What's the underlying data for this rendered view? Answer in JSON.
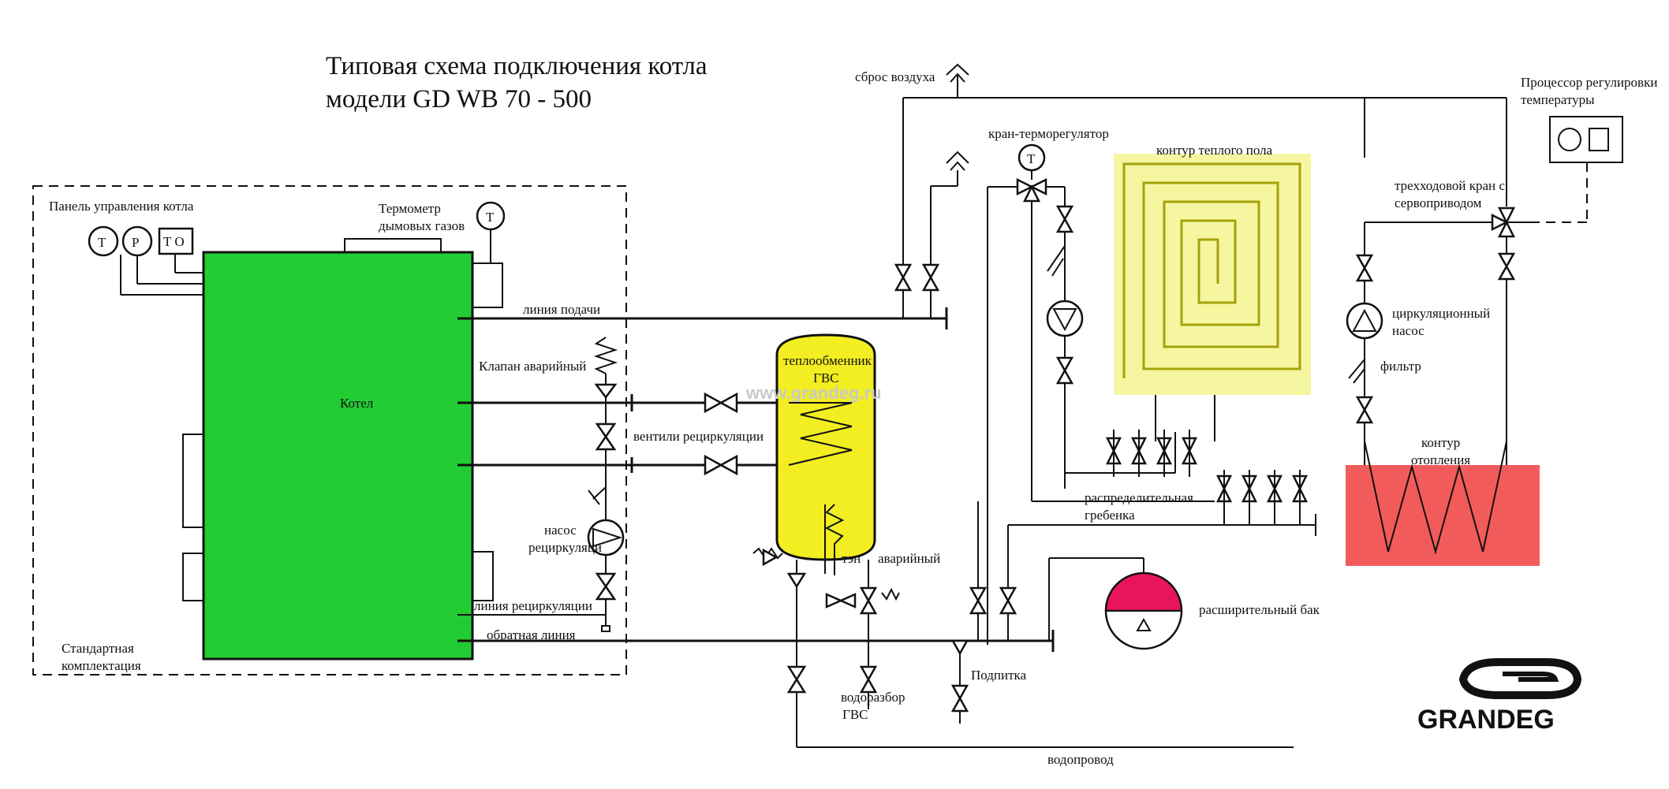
{
  "title": {
    "line1": "Типовая схема подключения котла",
    "line2": "модели GD WB 70 - 500"
  },
  "colors": {
    "boiler": "#22cc33",
    "tank": "#f2ee22",
    "floor": "#f6f6a0",
    "heating": "#f25b5b",
    "expansion": "#e8155a",
    "lines": "#111111"
  },
  "labels": {
    "control_panel": "Панель управления котла",
    "gauge_t": "T",
    "gauge_p": "P",
    "gauge_to": "T O",
    "flue_thermometer_1": "Термометр",
    "flue_thermometer_2": "дымовых газов",
    "flue_gauge_t": "T",
    "supply_line": "линия подачи",
    "relief_valve": "Клапан аварийный",
    "boiler": "Котел",
    "recirc_valves": "вентили рециркуляции",
    "recirc_pump_1": "насос",
    "recirc_pump_2": "рециркуляци",
    "recirc_line": "линия рециркуляции",
    "return_line": "обратная линия",
    "standard_1": "Стандартная",
    "standard_2": "комплектация",
    "air_vent": "сброс воздуха",
    "thermo_valve": "кран-терморегулятор",
    "thermo_gauge_t": "T",
    "floor_loop": "контур теплого пола",
    "dhw_exchanger_1": "теплообменник",
    "dhw_exchanger_2": "ГВС",
    "watermark": "www.grandeg.ru",
    "heater": "тэн",
    "emergency": "аварийный",
    "dhw_draw_1": "водоразбор",
    "dhw_draw_2": "ГВС",
    "makeup": "Подпитка",
    "water_main": "водопровод",
    "manifold_1": "распределительная",
    "manifold_2": "гребенка",
    "expansion_tank": "расширительный бак",
    "processor_1": "Процессор регулировки",
    "processor_2": "температуры",
    "three_way_1": "трехходовой кран с",
    "three_way_2": "сервоприводом",
    "circ_pump_1": "циркуляционный",
    "circ_pump_2": "насос",
    "filter": "фильтр",
    "heating_loop_1": "контур",
    "heating_loop_2": "отопления",
    "logo": "GRANDEG"
  }
}
